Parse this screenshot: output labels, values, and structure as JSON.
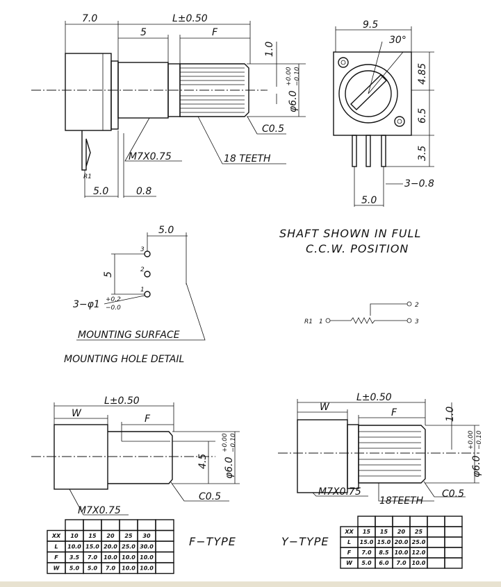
{
  "side_view": {
    "dim_body": "7.0",
    "dim_length": "L±0.50",
    "dim_bushing": "5",
    "dim_knurl": "F",
    "dim_flat": "1.0",
    "dim_diameter": "φ6.0",
    "dim_diameter_tol_upper": "+0.00",
    "dim_diameter_tol_lower": "−0.10",
    "chamfer": "C0.5",
    "thread": "M7X0.75",
    "teeth": "18 TEETH",
    "terminal": "R1",
    "dim_pin": "5.0",
    "dim_offset": "0.8"
  },
  "front_view": {
    "dim_width": "9.5",
    "angle": "30°",
    "dim_upper": "4.85",
    "dim_mid": "6.5",
    "dim_lower": "3.5",
    "dim_pins": "3−0.8",
    "dim_pitch": "5.0"
  },
  "note": {
    "line1": "SHAFT SHOWN IN FULL",
    "line2": "C.C.W. POSITION"
  },
  "mounting": {
    "dim_top": "5.0",
    "dim_side": "5",
    "pins": [
      "1",
      "2",
      "3"
    ],
    "hole": "3−φ1",
    "hole_tol_upper": "+0.2",
    "hole_tol_lower": "−0.0",
    "surface_label": "MOUNTING SURFACE",
    "title": "MOUNTING HOLE DETAIL"
  },
  "schematic": {
    "label": "R1",
    "pin1": "1",
    "pin2": "2",
    "pin3": "3"
  },
  "f_type": {
    "label": "F−TYPE",
    "dim_length": "L±0.50",
    "dim_w": "W",
    "dim_f": "F",
    "dim_flat": "4.5",
    "dim_diameter": "φ6.0",
    "dim_diameter_tol_upper": "+0.00",
    "dim_diameter_tol_lower": "−0.10",
    "chamfer": "C0.5",
    "thread": "M7X0.75",
    "table": {
      "rows": [
        [
          "XX",
          "10",
          "15",
          "20",
          "25",
          "30",
          ""
        ],
        [
          "L",
          "10.0",
          "15.0",
          "20.0",
          "25.0",
          "30.0",
          ""
        ],
        [
          "F",
          "3.5",
          "7.0",
          "10.0",
          "10.0",
          "10.0",
          ""
        ],
        [
          "W",
          "5.0",
          "5.0",
          "7.0",
          "10.0",
          "10.0",
          ""
        ]
      ]
    }
  },
  "y_type": {
    "label": "Y−TYPE",
    "dim_length": "L±0.50",
    "dim_w": "W",
    "dim_f": "F",
    "dim_flat": "1.0",
    "dim_diameter": "φ6.0",
    "dim_diameter_tol_upper": "+0.00",
    "dim_diameter_tol_lower": "−0.10",
    "chamfer": "C0.5",
    "thread": "M7X0.75",
    "teeth": "18TEETH",
    "table": {
      "rows": [
        [
          "XX",
          "15",
          "15",
          "20",
          "25",
          "",
          ""
        ],
        [
          "L",
          "15.0",
          "15.0",
          "20.0",
          "25.0",
          "",
          ""
        ],
        [
          "F",
          "7.0",
          "8.5",
          "10.0",
          "12.0",
          "",
          ""
        ],
        [
          "W",
          "5.0",
          "6.0",
          "7.0",
          "10.0",
          "",
          ""
        ]
      ]
    }
  }
}
